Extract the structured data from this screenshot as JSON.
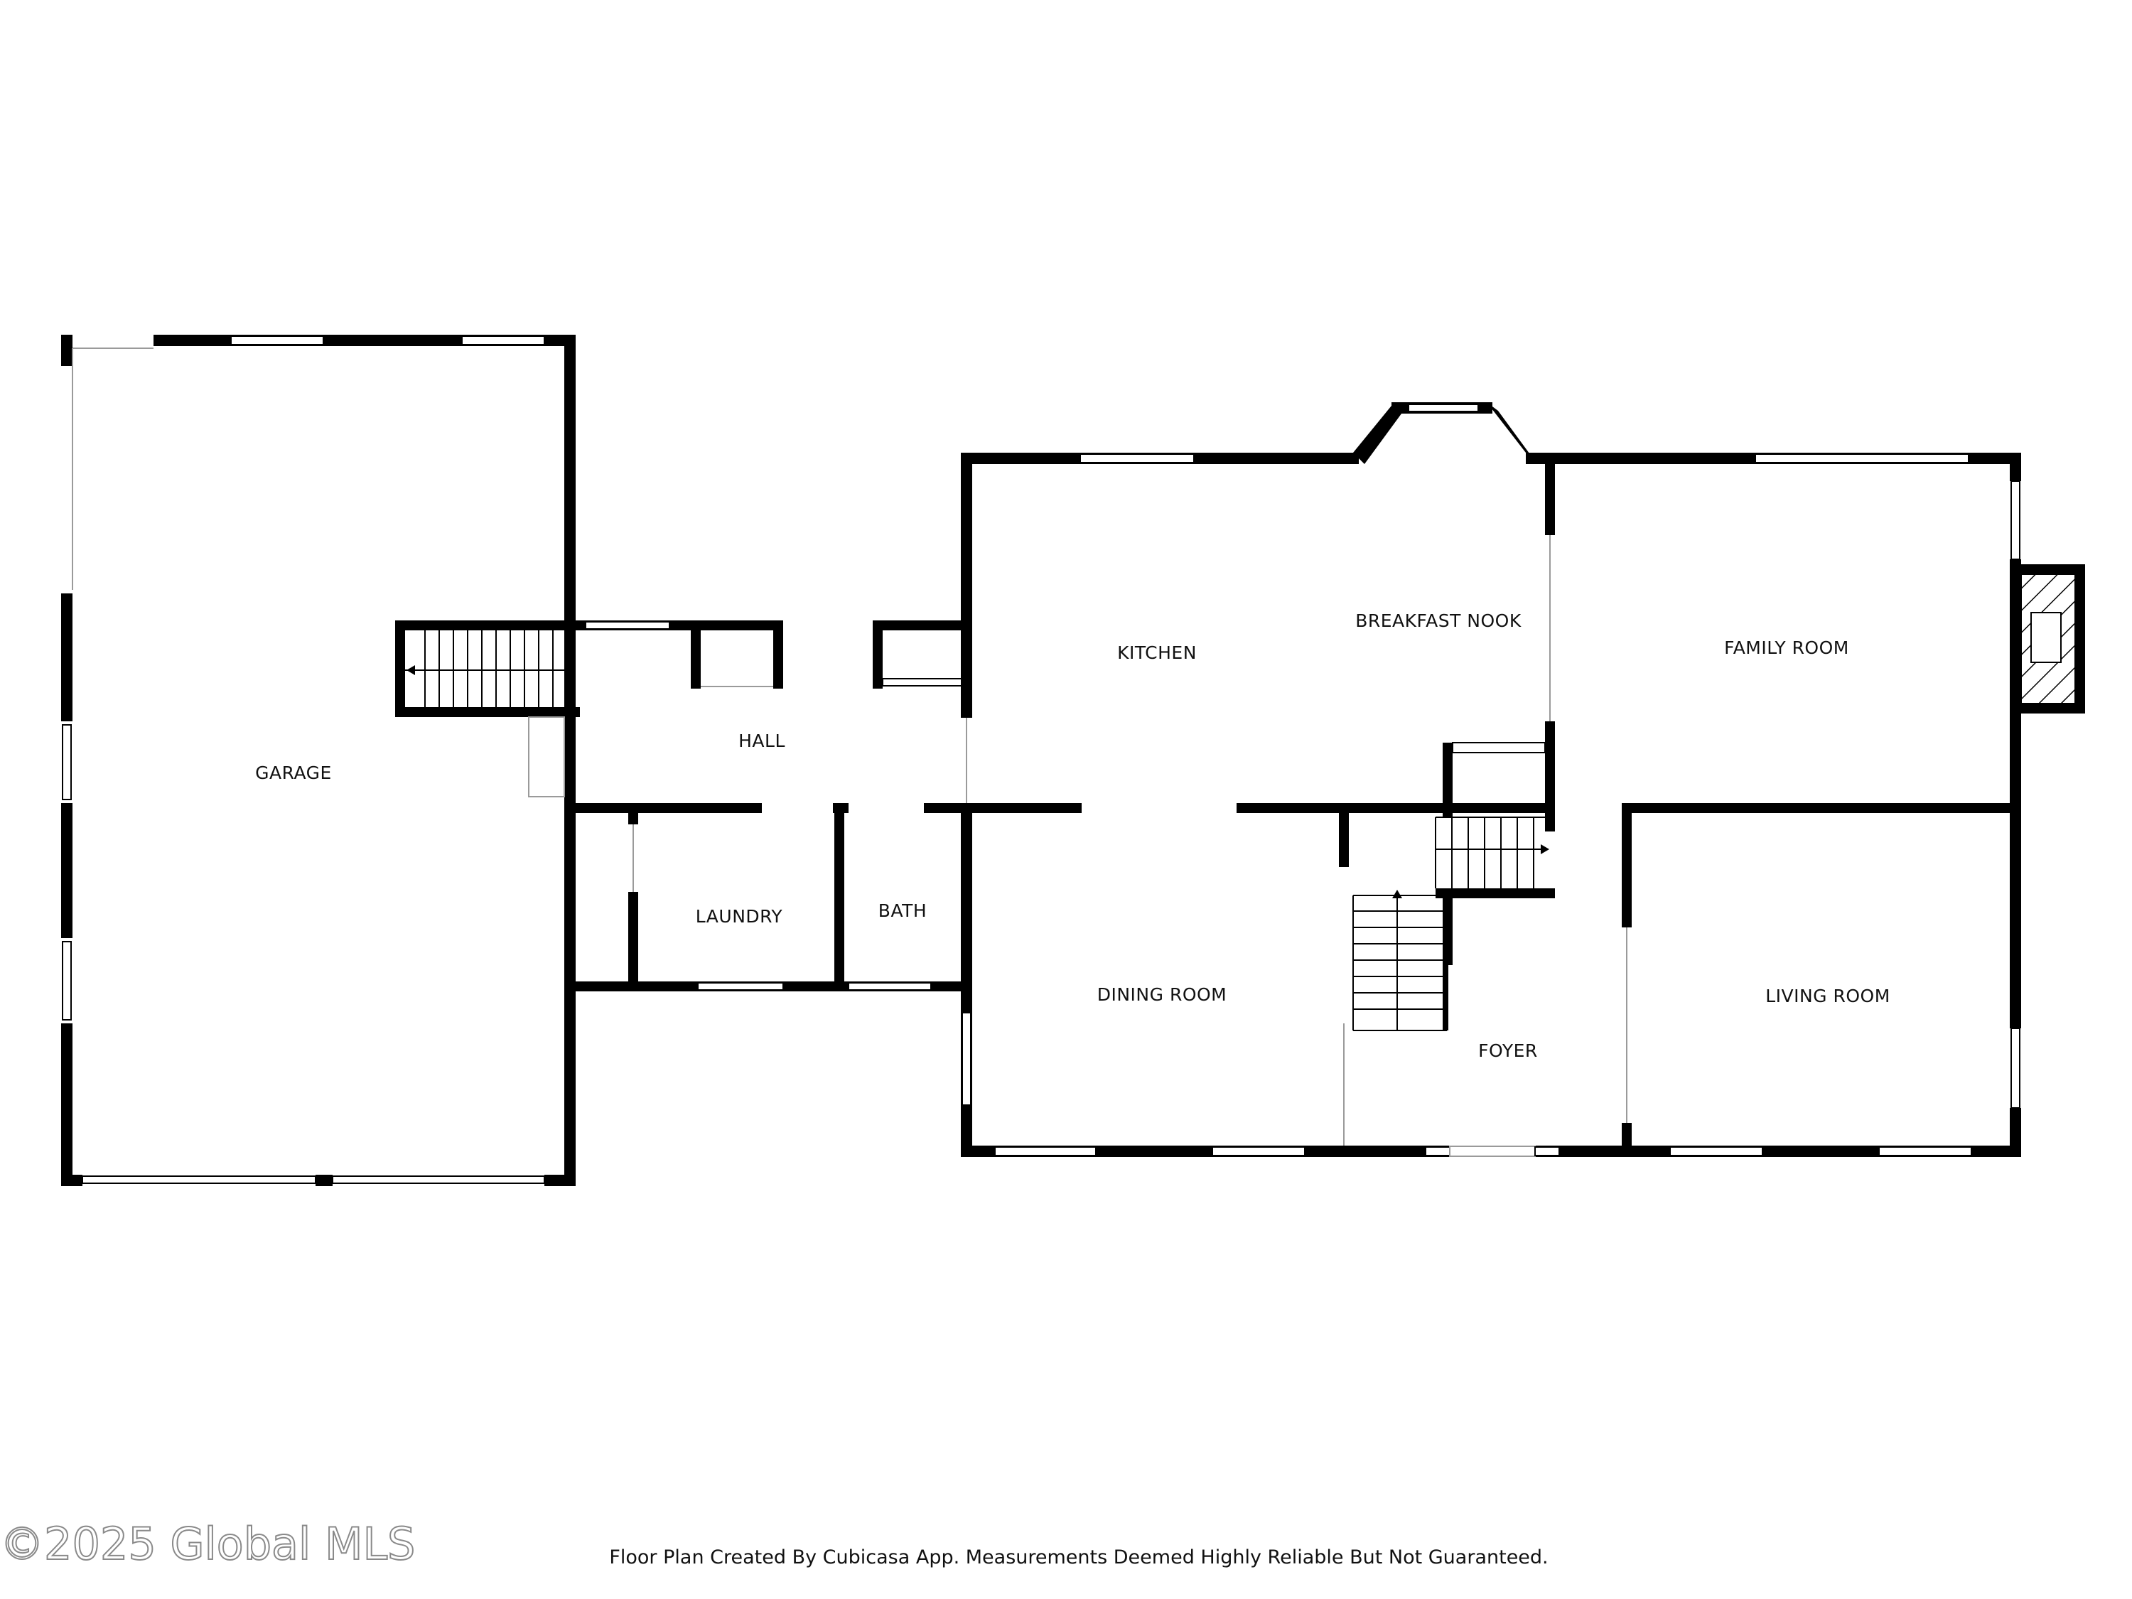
{
  "rooms": {
    "garage": "GARAGE",
    "hall": "HALL",
    "laundry": "LAUNDRY",
    "bath": "BATH",
    "kitchen": "KITCHEN",
    "breakfast_nook": "BREAKFAST NOOK",
    "family_room": "FAMILY ROOM",
    "dining_room": "DINING ROOM",
    "foyer": "FOYER",
    "living_room": "LIVING ROOM"
  },
  "watermark": "©2025 Global MLS",
  "disclaimer": "Floor Plan Created By Cubicasa App. Measurements Deemed Highly Reliable But Not Guaranteed.",
  "colors": {
    "wall": "#000000",
    "background": "#ffffff",
    "watermark_outline": "#8a8a8a"
  }
}
